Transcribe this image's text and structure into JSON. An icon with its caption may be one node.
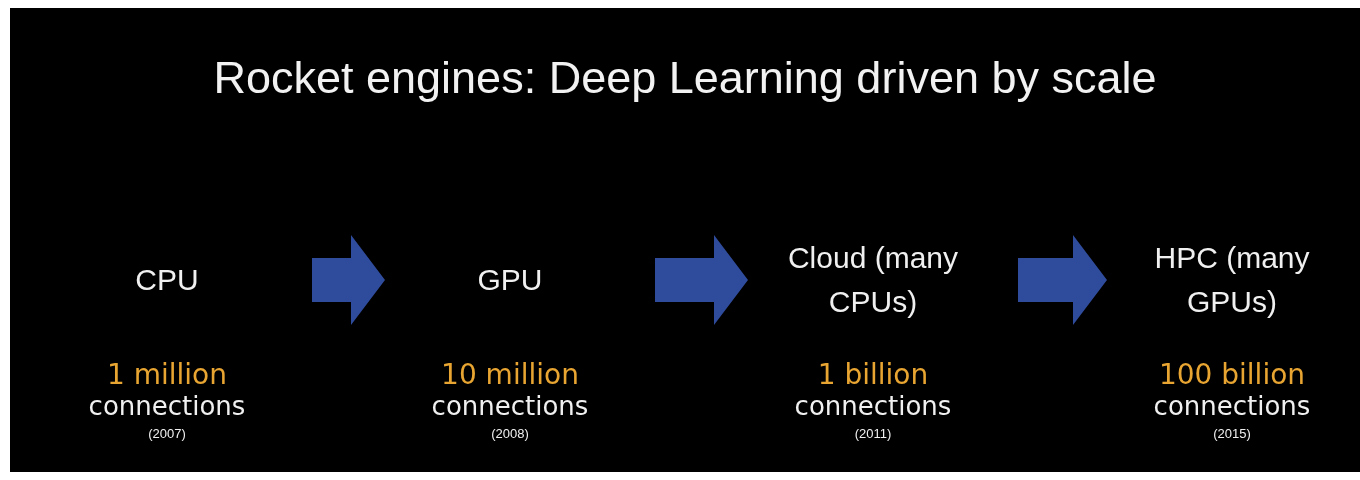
{
  "diagram": {
    "title": "Rocket engines: Deep Learning driven by scale",
    "nodes": [
      {
        "text": [
          "CPU",
          "1 million",
          "connections",
          "(2007)"
        ]
      },
      {
        "text": [
          "GPU",
          "10 million",
          "connections",
          "(2008)"
        ]
      },
      {
        "text": [
          "Cloud (many CPUs)",
          "1 billion",
          "connections",
          "(2011)"
        ]
      },
      {
        "text": [
          "HPC (many GPUs)",
          "100 billion",
          "connections",
          "(2015)"
        ]
      }
    ],
    "edges": [
      {
        "from": 0,
        "to": 1,
        "arrow": "to"
      },
      {
        "from": 1,
        "to": 2,
        "arrow": "to"
      },
      {
        "from": 2,
        "to": 3,
        "arrow": "to"
      }
    ]
  }
}
